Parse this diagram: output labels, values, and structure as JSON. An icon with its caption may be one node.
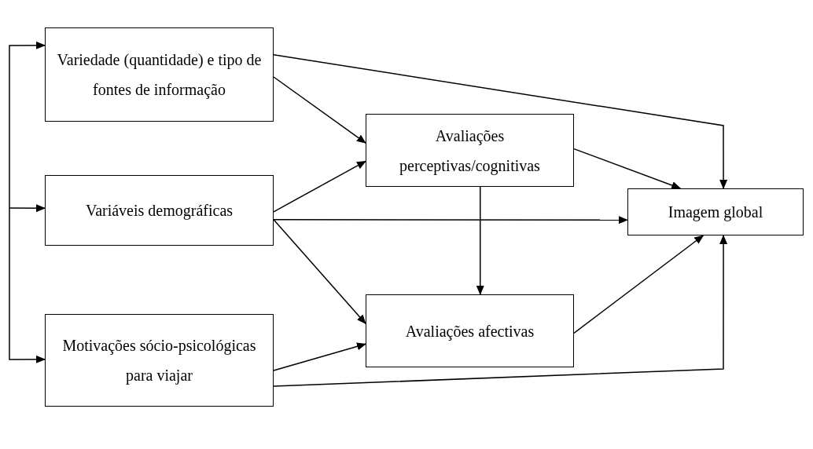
{
  "diagram": {
    "nodes": [
      {
        "text": [
          "Variedade (quantidade) e tipo de fontes de informação"
        ]
      },
      {
        "text": [
          "Avaliações perceptivas/cognitivas"
        ]
      },
      {
        "text": [
          "Variáveis demográficas"
        ]
      },
      {
        "text": [
          "Imagem global"
        ]
      },
      {
        "text": [
          "Avaliações afectivas"
        ]
      },
      {
        "text": [
          "Motivações sócio-psicológicas para viajar"
        ]
      }
    ],
    "edges": [
      {
        "from": null,
        "to": 0,
        "arrow": "to"
      },
      {
        "from": null,
        "to": 2,
        "arrow": "to"
      },
      {
        "from": null,
        "to": 5,
        "arrow": "to"
      },
      {
        "from": 0,
        "to": 3,
        "arrow": "to"
      },
      {
        "from": 0,
        "to": 1,
        "arrow": "to"
      },
      {
        "from": 2,
        "to": 1,
        "arrow": "to"
      },
      {
        "from": 2,
        "to": 3,
        "arrow": "to"
      },
      {
        "from": 2,
        "to": 4,
        "arrow": "to"
      },
      {
        "from": 1,
        "to": 3,
        "arrow": "to"
      },
      {
        "from": 1,
        "to": 4,
        "arrow": "to"
      },
      {
        "from": 4,
        "to": 3,
        "arrow": "to"
      },
      {
        "from": 5,
        "to": 4,
        "arrow": "to"
      },
      {
        "from": 5,
        "to": 3,
        "arrow": "to"
      }
    ]
  }
}
